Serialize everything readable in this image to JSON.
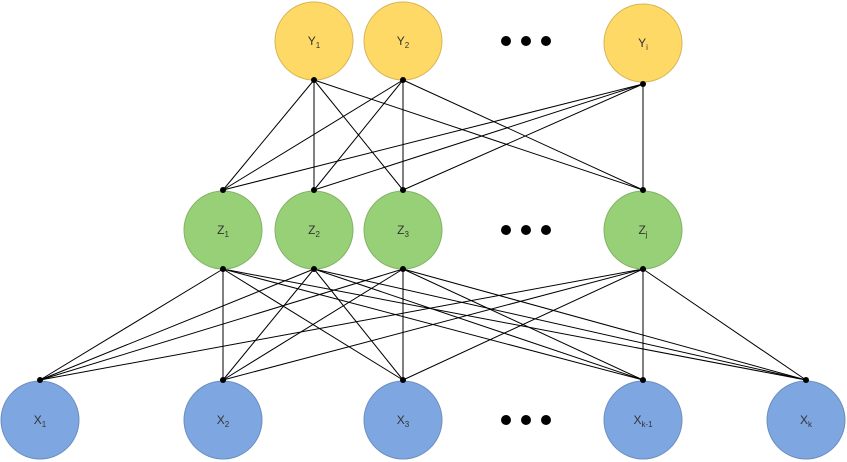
{
  "colors": {
    "output_fill": "#ffd966",
    "output_stroke": "#d6b656",
    "hidden_fill": "#97d077",
    "hidden_stroke": "#82b366",
    "input_fill": "#7ea6e0",
    "input_stroke": "#6c8ebf"
  },
  "nodes": {
    "outputs": [
      {
        "base": "Y",
        "sub": "1"
      },
      {
        "base": "Y",
        "sub": "2"
      },
      {
        "base": "Y",
        "sub": "i"
      }
    ],
    "hidden": [
      {
        "base": "Z",
        "sub": "1"
      },
      {
        "base": "Z",
        "sub": "2"
      },
      {
        "base": "Z",
        "sub": "3"
      },
      {
        "base": "Z",
        "sub": "j"
      }
    ],
    "inputs": [
      {
        "base": "X",
        "sub": "1"
      },
      {
        "base": "X",
        "sub": "2"
      },
      {
        "base": "X",
        "sub": "3"
      },
      {
        "base": "X",
        "sub": "k-1"
      },
      {
        "base": "X",
        "sub": "k"
      }
    ]
  },
  "edges": {
    "output_hidden": [
      [
        0,
        0
      ],
      [
        0,
        1
      ],
      [
        0,
        2
      ],
      [
        0,
        3
      ],
      [
        1,
        0
      ],
      [
        1,
        1
      ],
      [
        1,
        2
      ],
      [
        1,
        3
      ],
      [
        2,
        0
      ],
      [
        2,
        1
      ],
      [
        2,
        2
      ],
      [
        2,
        3
      ]
    ],
    "hidden_input": [
      [
        0,
        0
      ],
      [
        0,
        1
      ],
      [
        0,
        2
      ],
      [
        0,
        3
      ],
      [
        0,
        4
      ],
      [
        1,
        0
      ],
      [
        1,
        1
      ],
      [
        1,
        2
      ],
      [
        1,
        3
      ],
      [
        1,
        4
      ],
      [
        2,
        0
      ],
      [
        2,
        1
      ],
      [
        2,
        2
      ],
      [
        2,
        3
      ],
      [
        2,
        4
      ],
      [
        3,
        0
      ],
      [
        3,
        1
      ],
      [
        3,
        2
      ],
      [
        3,
        3
      ],
      [
        3,
        4
      ]
    ]
  }
}
